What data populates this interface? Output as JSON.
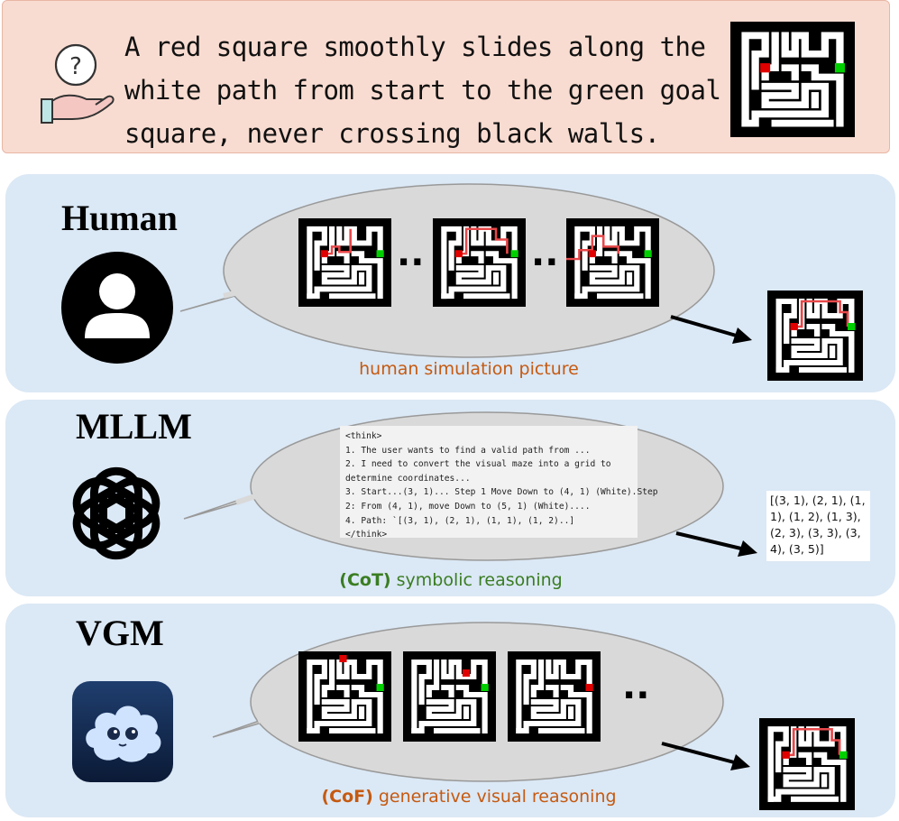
{
  "prompt": {
    "line1": "A red square smoothly slides along the",
    "line2": "white path from start to the green goal",
    "line3": "square, never crossing black walls."
  },
  "panels": {
    "human": {
      "title": "Human",
      "caption": "human simulation picture"
    },
    "mllm": {
      "title": "MLLM",
      "caption_tag": "(CoT)",
      "caption_text": " symbolic reasoning",
      "cot_lines": [
        "<think>",
        "1.  The user wants to find a valid path from ...",
        "2.  I need to convert the visual maze into a grid to",
        "determine coordinates...",
        "3. Start...(3, 1)... Step 1 Move Down to (4, 1) (White).Step",
        "2: From (4, 1), move Down to (5, 1) (White)....",
        "4. Path: `[(3, 1), (2, 1), (1, 1), (1, 2)..]",
        "</think>"
      ],
      "answer_lines": [
        "[(3, 1), (2, 1), (1,",
        "1), (1, 2), (1, 3),",
        "(2, 3), (3, 3), (3,",
        "4), (3, 5)]"
      ]
    },
    "vgm": {
      "title": "VGM",
      "caption_tag": "(CoF)",
      "caption_text": " generative visual reasoning"
    }
  },
  "colors": {
    "banner_bg": "#f9dcd1",
    "panel_bg": "#dbe8f5",
    "bubble_bg": "#d9d9d9",
    "caption_orange": "#c55a11",
    "caption_green": "#3a7d22",
    "start_red": "#e00000",
    "goal_green": "#00d000",
    "path_red": "#e8484a"
  },
  "icons": {
    "hand": "hand-question-icon",
    "human": "user-avatar-icon",
    "mllm": "openai-logo-icon",
    "vgm": "cloud-mascot-icon"
  }
}
